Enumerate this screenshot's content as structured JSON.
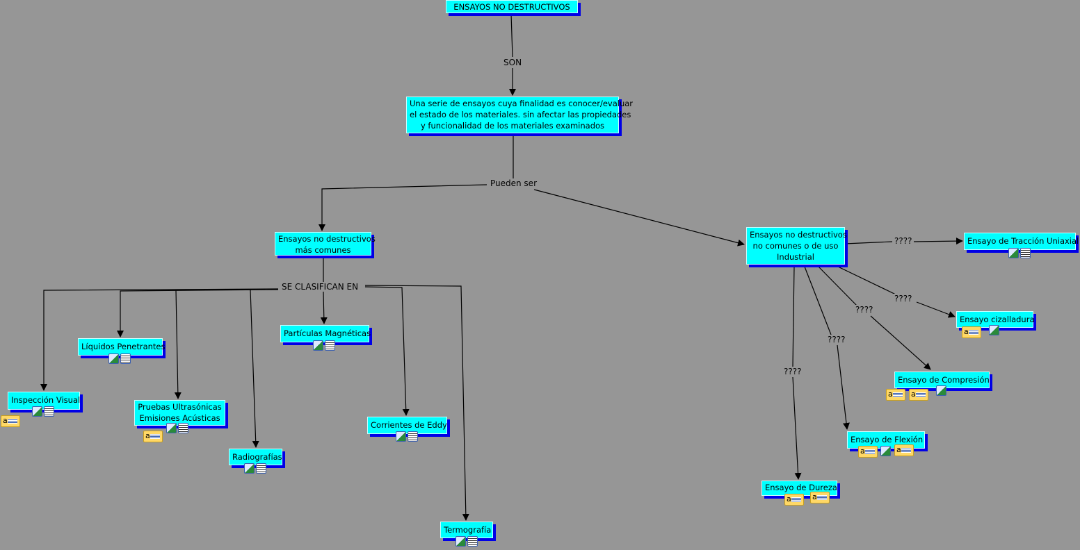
{
  "title": "ENSAYOS NO DESTRUCTIVOS",
  "definition": [
    "Una serie de ensayos cuya finalidad es conocer/evaluar",
    "el estado de los materiales. sin afectar las propiedades",
    "y funcionalidad de los materiales examinados"
  ],
  "links": {
    "son": "SON",
    "pueden_ser": "Pueden ser",
    "se_clasifican": "SE CLASIFICAN EN",
    "unknown": "????"
  },
  "common": {
    "label": [
      "Ensayos no destructivos",
      "más comunes"
    ],
    "items": {
      "liquidos": "Líquidos Penetrantes",
      "particulas": "Partículas Magnéticas",
      "inspeccion": "Inspección Visual",
      "pruebas": [
        "Pruebas Ultrasónicas",
        "Emisiones Acústicas"
      ],
      "radiografias": "Radiografías",
      "corrientes": "Corrientes de Eddy",
      "termografia": "Termografía"
    }
  },
  "uncommon": {
    "label": [
      "Ensayos no destructivos",
      "no comunes o de uso",
      "Industrial"
    ],
    "items": {
      "traccion": "Ensayo de Tracción Uniaxial",
      "cizalladura": "Ensayo cizalladura",
      "compresion": "Ensayo de Compresión",
      "flexion": "Ensayo de Flexión",
      "dureza": "Ensayo de Dureza"
    }
  },
  "note_icon_letter": "a",
  "colors": {
    "node": "#00ffff",
    "shadow": "#0000e6",
    "background": "#969696"
  }
}
